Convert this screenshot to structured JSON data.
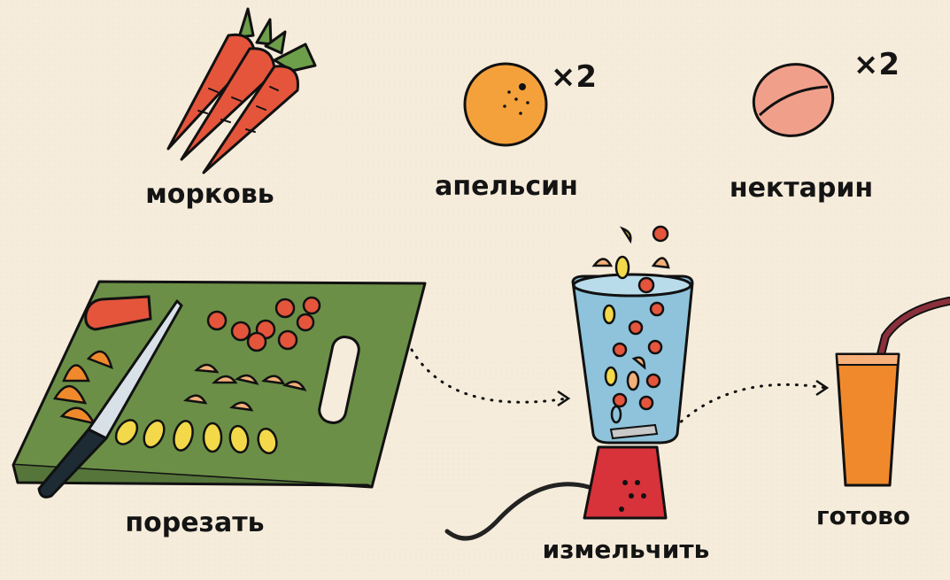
{
  "ingredients": [
    {
      "name": "морковь"
    },
    {
      "name": "апельсин",
      "quantity": "×2"
    },
    {
      "name": "нектарин",
      "quantity": "×2"
    }
  ],
  "steps": [
    {
      "label": "порезать"
    },
    {
      "label": "измельчить"
    },
    {
      "label": "готово"
    }
  ],
  "colors": {
    "background": "#f6ecdb",
    "carrot": "#e4553c",
    "orange": "#f4a13c",
    "nectarine": "#f0a08a",
    "board": "#6b8f47",
    "blender_jar": "#8ec3db",
    "blender_base": "#d8323a",
    "juice": "#f0892c",
    "straw": "#8a2f3c"
  }
}
